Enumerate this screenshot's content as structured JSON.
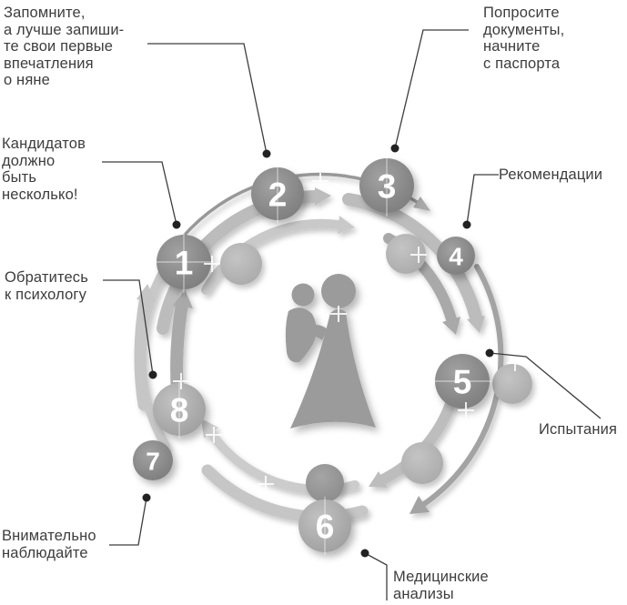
{
  "diagram": {
    "center_icon": "nanny-with-child-silhouette",
    "node_numbers": [
      "1",
      "2",
      "3",
      "4",
      "5",
      "6",
      "7",
      "8"
    ],
    "labels": {
      "remember": {
        "text": "Запомните,\nа лучше запиши-\nте свои первые\nвпечатления\nо няне",
        "points_to_node": "2"
      },
      "documents": {
        "text": "Попросите\nдокументы,\nначните\nс паспорта",
        "points_to_node": "3"
      },
      "recommendations": {
        "text": "Рекомендации",
        "points_to_node": "4"
      },
      "candidates": {
        "text": "Кандидатов\nдолжно\nбыть\nнесколько!",
        "points_to_node": "1"
      },
      "psychologist": {
        "text": "Обратитесь\nк психологу",
        "points_to_node": "8"
      },
      "tests": {
        "text": "Испытания",
        "points_to_node": "5"
      },
      "observe": {
        "text": "Внимательно\nнаблюдайте",
        "points_to_node": "7"
      },
      "medical": {
        "text": "Медицинские\nанализы",
        "points_to_node": "6"
      }
    },
    "colors": {
      "background": "#ffffff",
      "node_dark": "#8a8a8a",
      "node_light": "#a9a9a9",
      "inner_node": "#b3b3b3",
      "arrow_light": "#c6c6c6",
      "arrow_mid": "#a9a9a9",
      "text": "#3d3d3d",
      "leader_line": "#3d3d3d"
    }
  }
}
